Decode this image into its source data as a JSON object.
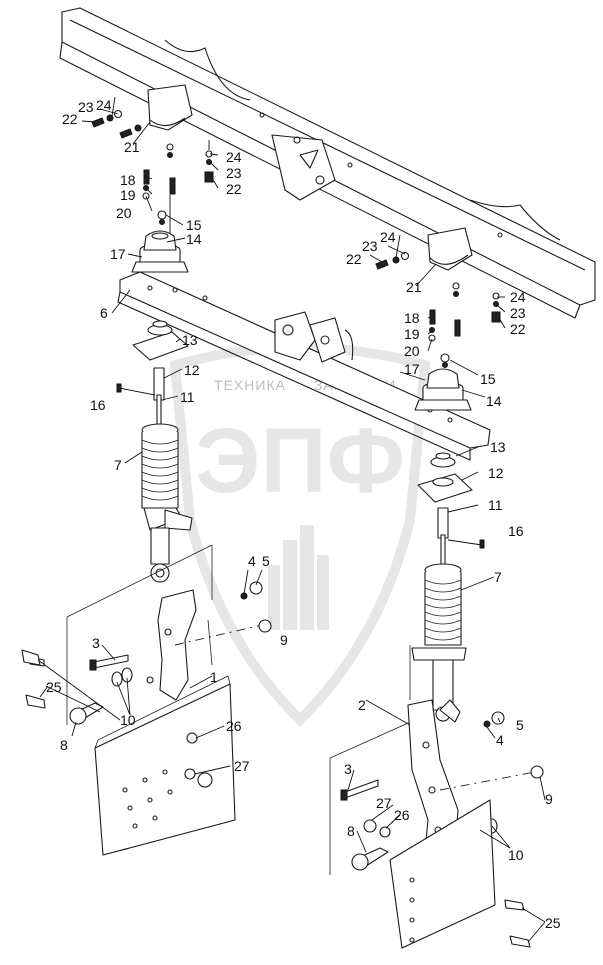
{
  "watermark": {
    "logo_text": "ЭПФ",
    "left_text": "ТЕХНИКА",
    "right_text": "ЗАПЧАСТИ"
  },
  "callouts": {
    "c1": "1",
    "c2": "2",
    "c3a": "3",
    "c3b": "3",
    "c4a": "4",
    "c4b": "4",
    "c5a": "5",
    "c5b": "5",
    "c6": "6",
    "c7a": "7",
    "c7b": "7",
    "c8a": "8",
    "c8b": "8",
    "c9a": "9",
    "c9b": "9",
    "c10a": "10",
    "c10b": "10",
    "c11a": "11",
    "c11b": "11",
    "c12a": "12",
    "c12b": "12",
    "c13a": "13",
    "c13b": "13",
    "c14a": "14",
    "c14b": "14",
    "c15a": "15",
    "c15b": "15",
    "c16a": "16",
    "c16b": "16",
    "c17a": "17",
    "c17b": "17",
    "c18a": "18",
    "c18b": "18",
    "c19a": "19",
    "c19b": "19",
    "c20a": "20",
    "c20b": "20",
    "c21a": "21",
    "c21b": "21",
    "c22a": "22",
    "c22b": "22",
    "c22c": "22",
    "c22d": "22",
    "c23a": "23",
    "c23b": "23",
    "c23c": "23",
    "c23d": "23",
    "c24a": "24",
    "c24b": "24",
    "c24c": "24",
    "c24d": "24",
    "c25a": "25",
    "c25b": "25",
    "c26a": "26",
    "c26b": "26",
    "c27a": "27",
    "c27b": "27"
  }
}
